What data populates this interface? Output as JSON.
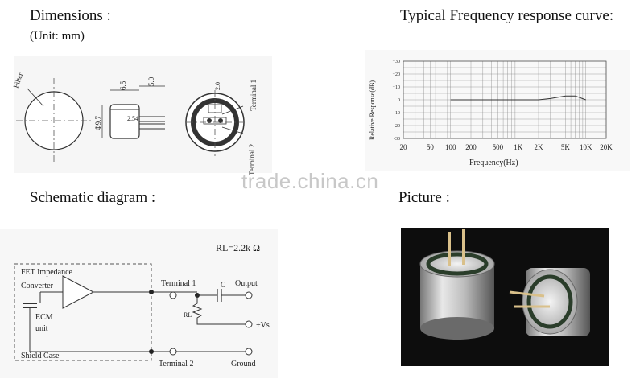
{
  "dimensions": {
    "title": "Dimensions :",
    "unit": "(Unit: mm)",
    "labels": {
      "filter": "Filter",
      "diameter": "Φ9.7",
      "height": "6.5",
      "lead": "5.0",
      "pitch": "2.54",
      "pin_spacing": "2.0",
      "terminal1": "Terminal 1",
      "terminal2": "Terminal 2"
    }
  },
  "frequency": {
    "title": "Typical Frequency response curve:",
    "ylabel": "Relative Response(dB)",
    "xlabel": "Frequency(Hz)",
    "chart_data": {
      "type": "line",
      "x_ticks": [
        "20",
        "50",
        "100",
        "200",
        "500",
        "1K",
        "2K",
        "5K",
        "10K",
        "20K"
      ],
      "y_ticks": [
        "+30",
        "+20",
        "+10",
        "0",
        "-10",
        "-20",
        "-30"
      ],
      "ylim": [
        -30,
        30
      ],
      "log_x": true,
      "series": [
        {
          "x": [
            100,
            200,
            500,
            1000,
            2000,
            3000,
            5000,
            7000,
            10000
          ],
          "y": [
            0,
            0,
            0,
            0,
            0,
            1,
            3,
            3,
            0
          ]
        }
      ]
    }
  },
  "schematic": {
    "title": "Schematic diagram :",
    "rl_value": "RL=2.2k Ω",
    "fet_label": "FET Impedance",
    "converter": "Converter",
    "ecm": "ECM",
    "unit": "unit",
    "shield": "Shield Case",
    "terminal1": "Terminal 1",
    "terminal2": "Terminal 2",
    "output": "Output",
    "vs": "+Vs",
    "ground": "Ground",
    "cap": "C",
    "rl": "RL"
  },
  "picture": {
    "title": "Picture :"
  },
  "watermark": "trade.china.cn"
}
